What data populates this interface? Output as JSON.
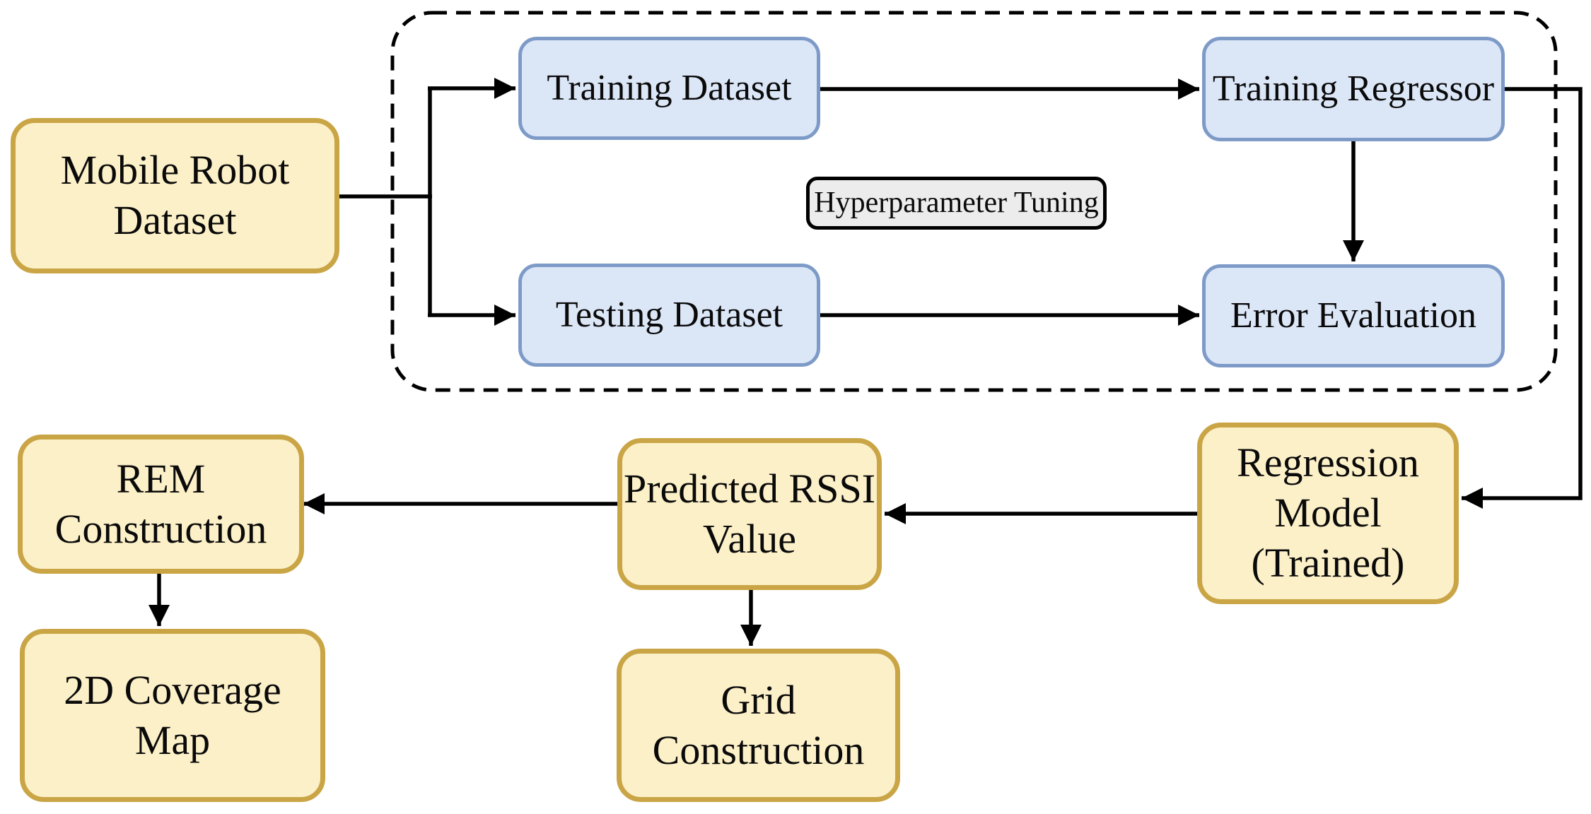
{
  "diagram": {
    "nodes": {
      "mobile_robot_dataset": {
        "label": "Mobile Robot\nDataset",
        "style": "yellow"
      },
      "training_dataset": {
        "label": "Training Dataset",
        "style": "blue"
      },
      "testing_dataset": {
        "label": "Testing Dataset",
        "style": "blue"
      },
      "hyperparameter_tuning": {
        "label": "Hyperparameter Tuning",
        "style": "gray"
      },
      "training_regressor": {
        "label": "Training Regressor",
        "style": "blue"
      },
      "error_evaluation": {
        "label": "Error Evaluation",
        "style": "blue"
      },
      "regression_model": {
        "label": "Regression\nModel\n(Trained)",
        "style": "yellow"
      },
      "predicted_rssi": {
        "label": "Predicted RSSI\nValue",
        "style": "yellow"
      },
      "rem_construction": {
        "label": "REM\nConstruction",
        "style": "yellow"
      },
      "coverage_map": {
        "label": "2D Coverage\nMap",
        "style": "yellow"
      },
      "grid_construction": {
        "label": "Grid\nConstruction",
        "style": "yellow"
      }
    },
    "edges": [
      {
        "from": "mobile_robot_dataset",
        "to": "training_dataset"
      },
      {
        "from": "mobile_robot_dataset",
        "to": "testing_dataset"
      },
      {
        "from": "training_dataset",
        "to": "training_regressor"
      },
      {
        "from": "testing_dataset",
        "to": "error_evaluation"
      },
      {
        "from": "training_regressor",
        "to": "error_evaluation"
      },
      {
        "from": "training_regressor",
        "to": "regression_model"
      },
      {
        "from": "regression_model",
        "to": "predicted_rssi"
      },
      {
        "from": "predicted_rssi",
        "to": "rem_construction"
      },
      {
        "from": "predicted_rssi",
        "to": "grid_construction"
      },
      {
        "from": "rem_construction",
        "to": "coverage_map"
      }
    ]
  },
  "colors": {
    "node-yellow-fill": "#FCF0C8",
    "node-yellow-border": "#C9A546",
    "node-blue-fill": "#DBE6F7",
    "node-blue-border": "#7E9BC8",
    "node-gray-fill": "#ECECEC",
    "line-color": "#000000",
    "background": "#FFFFFF"
  }
}
